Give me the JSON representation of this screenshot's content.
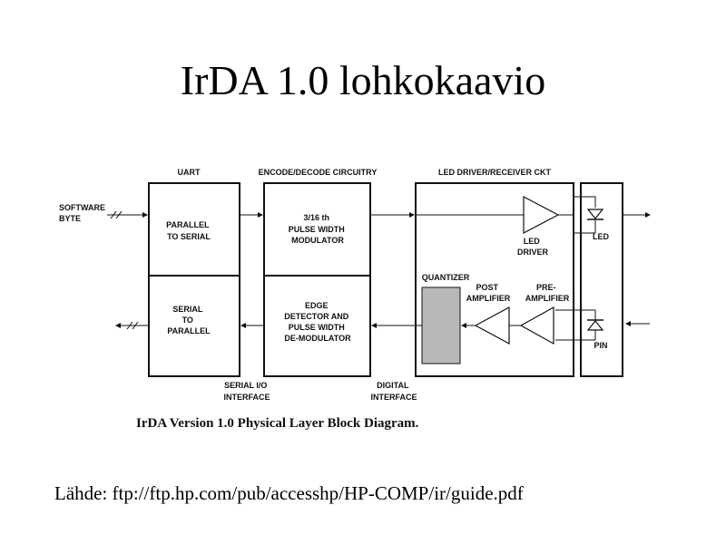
{
  "title": "IrDA 1.0 lohkokaavio",
  "source": "Lähde: ftp://ftp.hp.com/pub/accesshp/HP-COMP/ir/guide.pdf",
  "diagram": {
    "headers": {
      "uart": "UART",
      "encode_decode": "ENCODE/DECODE CIRCUITRY",
      "led_driver_receiver": "LED DRIVER/RECEIVER CKT"
    },
    "software_byte": [
      "SOFTWARE",
      "BYTE"
    ],
    "parallel_to_serial": [
      "PARALLEL",
      "TO SERIAL"
    ],
    "serial_to_parallel": [
      "SERIAL",
      "TO",
      "PARALLEL"
    ],
    "modulator": [
      "3/16 th",
      "PULSE WIDTH",
      "MODULATOR"
    ],
    "demodulator": [
      "EDGE",
      "DETECTOR AND",
      "PULSE WIDTH",
      "DE-MODULATOR"
    ],
    "led_driver": [
      "LED",
      "DRIVER"
    ],
    "quantizer": "QUANTIZER",
    "post_amplifier": [
      "POST",
      "AMPLIFIER"
    ],
    "pre_amplifier": [
      "PRE-",
      "AMPLIFIER"
    ],
    "led": "LED",
    "pin": "PIN",
    "serial_io_interface": [
      "SERIAL I/O",
      "INTERFACE"
    ],
    "digital_interface": [
      "DIGITAL",
      "INTERFACE"
    ],
    "caption": "IrDA Version 1.0 Physical Layer Block Diagram."
  }
}
